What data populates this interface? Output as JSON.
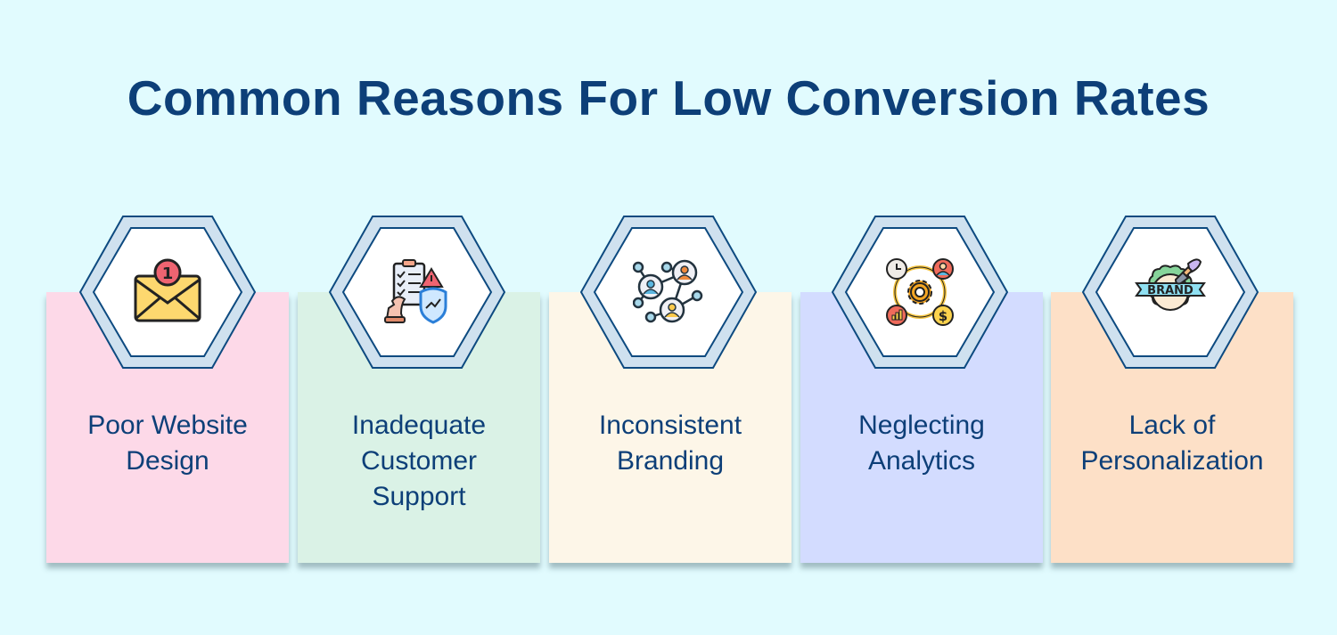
{
  "title": "Common Reasons For Low Conversion Rates",
  "colors": {
    "background": "#e1fbfe",
    "title": "#0d3f78",
    "hex_outer": "#cfe1ef",
    "hex_stroke": "#0d4a80"
  },
  "cards": [
    {
      "label": "Poor Website\nDesign",
      "icon": "email-notification-icon",
      "color": "#fdd9e8"
    },
    {
      "label": "Inadequate\nCustomer\nSupport",
      "icon": "strategy-risk-shield-icon",
      "color": "#daf2e6"
    },
    {
      "label": "Inconsistent\nBranding",
      "icon": "network-people-icon",
      "color": "#fdf6e8"
    },
    {
      "label": "Neglecting\nAnalytics",
      "icon": "analytics-gear-icon",
      "color": "#d3dcff"
    },
    {
      "label": "Lack of\nPersonalization",
      "icon": "brand-badge-icon",
      "color": "#fde0c7"
    }
  ],
  "brand_badge_text": "BRAND",
  "notification_count": "1"
}
